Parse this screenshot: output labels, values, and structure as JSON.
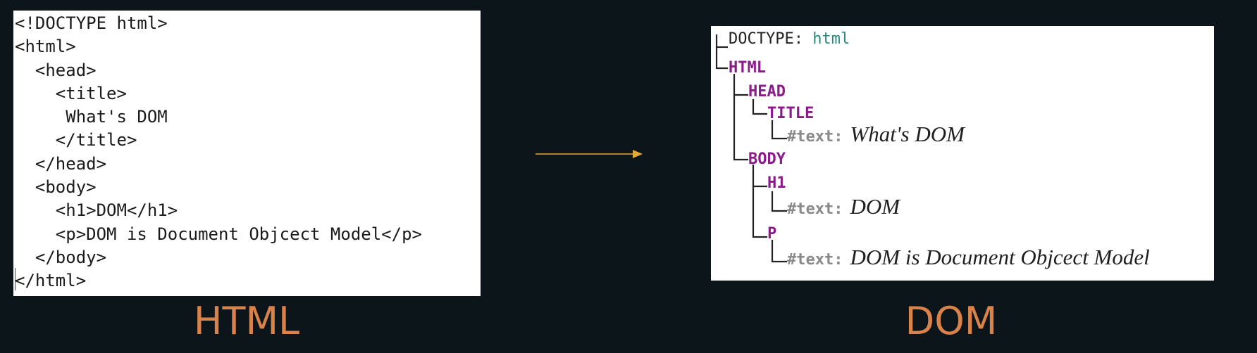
{
  "html_code": {
    "lines": [
      "<!DOCTYPE html>",
      "<html>",
      "  <head>",
      "    <title>",
      "     What's DOM",
      "    </title>",
      "  </head>",
      "  <body>",
      "    <h1>DOM</h1>",
      "    <p>DOM is Document Objcect Model</p>",
      "  </body>",
      "</html>"
    ]
  },
  "captions": {
    "left": "HTML",
    "right": "DOM"
  },
  "dom_tree": {
    "doctype_label": "DOCTYPE:",
    "doctype_value": "html",
    "html": "HTML",
    "head": "HEAD",
    "title": "TITLE",
    "body": "BODY",
    "h1": "H1",
    "p": "P",
    "text_label": "#text:",
    "title_text": "What's DOM",
    "h1_text": "DOM",
    "p_text": "DOM is Document Objcect Model"
  },
  "colors": {
    "background": "#0c1519",
    "caption": "#d9834a",
    "arrow": "#e5a93a",
    "element": "#8b1a8b",
    "doctype_value": "#2a8a83"
  }
}
